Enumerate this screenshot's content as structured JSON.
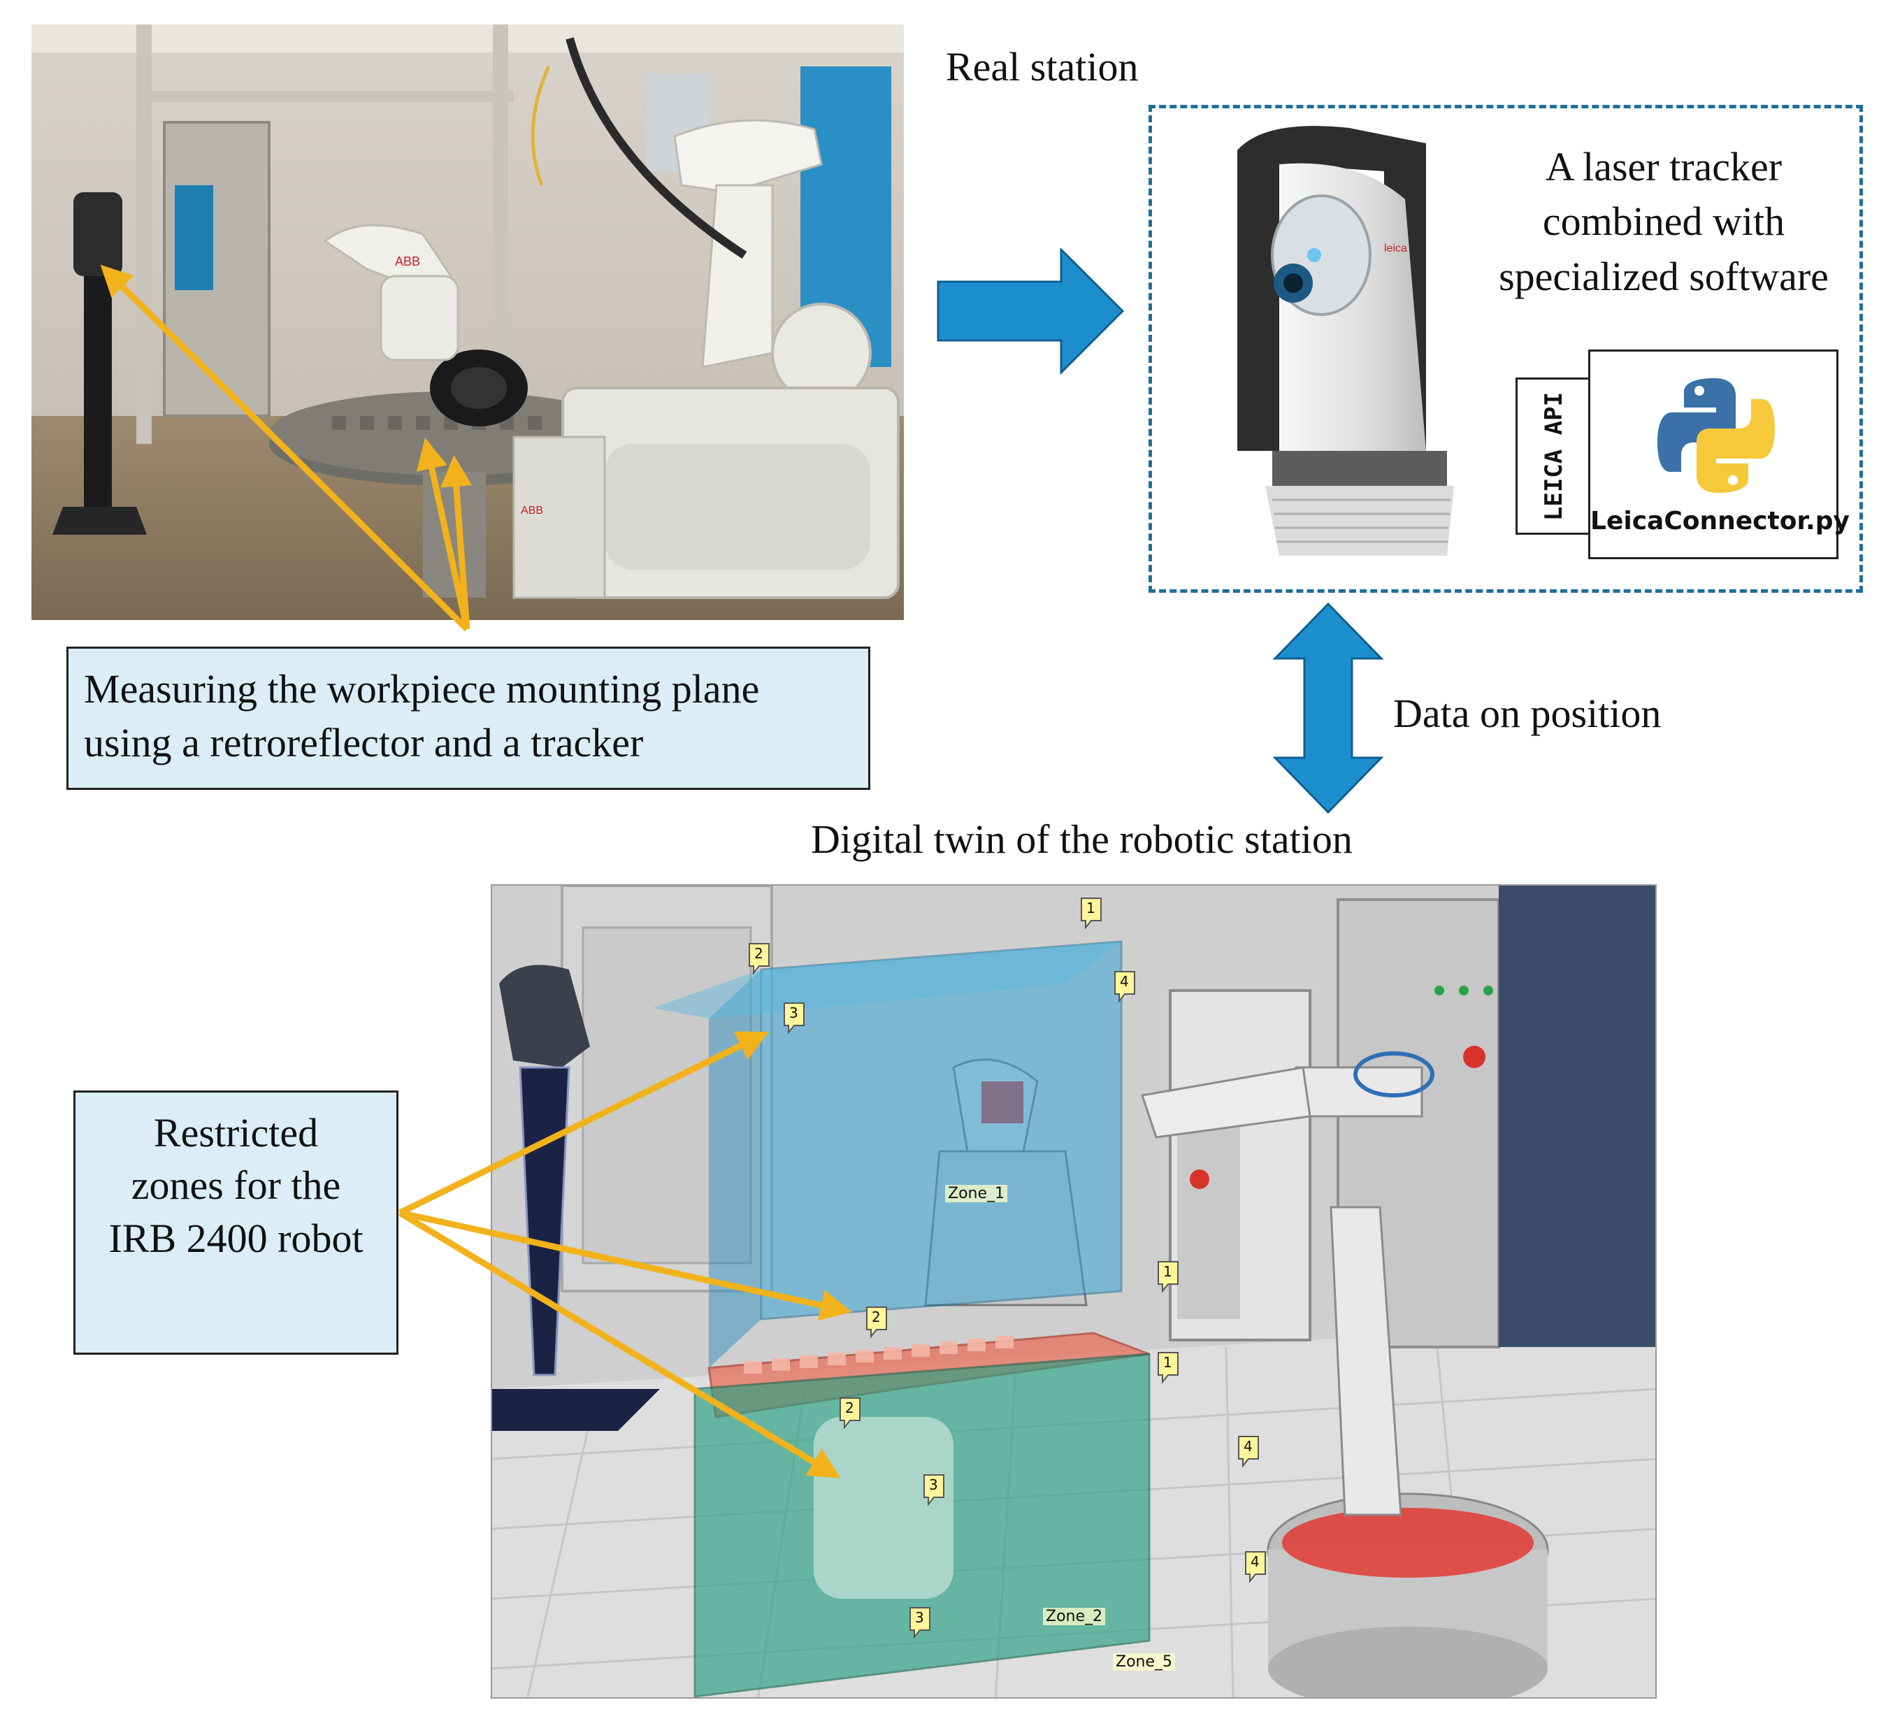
{
  "labels": {
    "real_station": "Real station",
    "laser_tracker": [
      "A laser tracker",
      "combined with",
      "specialized software"
    ],
    "measuring": [
      "Measuring the workpiece mounting plane",
      "using a retroreflector and a tracker"
    ],
    "data_on_position": "Data on position",
    "digital_twin": "Digital twin of the robotic station",
    "restricted": [
      "Restricted",
      "zones for the",
      "IRB 2400 robot"
    ],
    "leica_api": "LEICA API",
    "leica_connector": "LeicaConnector.py"
  },
  "photo_text": {
    "abb": "ABB"
  },
  "zone_markers": [
    "1",
    "2",
    "3",
    "4",
    "1",
    "2",
    "1",
    "2",
    "3",
    "4",
    "3",
    "4"
  ],
  "zone_labels": [
    "Zone_1",
    "Zone_2",
    "Zone_5"
  ],
  "colors": {
    "callout_fill": "#dbeef8",
    "arrow_blue": "#1d8fcf",
    "pointer_yellow": "#f2b21c",
    "dashed_border": "#1f6f9a",
    "zone_blue": "#3aa6d6",
    "zone_red": "#e8705a",
    "zone_green": "#27a083"
  }
}
